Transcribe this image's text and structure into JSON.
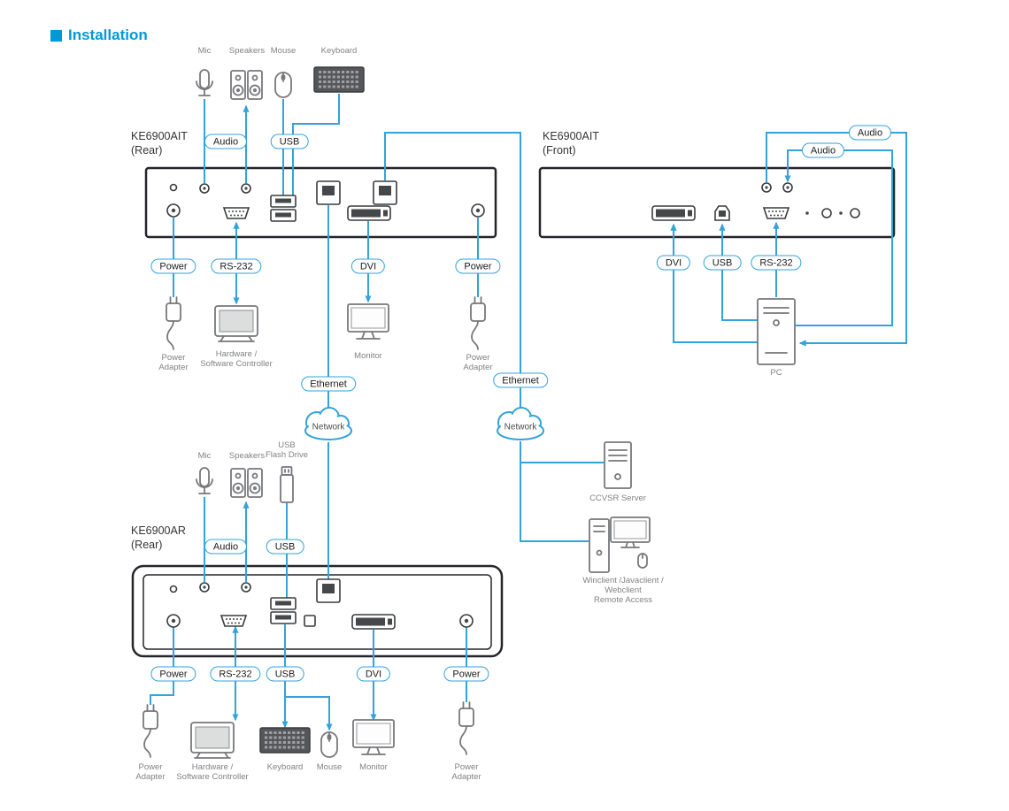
{
  "title": "Installation",
  "colors": {
    "accent": "#0099d8",
    "line": "#33a3d9",
    "device_outline": "#26262a",
    "icon_gray": "#77787b"
  },
  "devices": {
    "tx_rear": {
      "name": "KE6900AIT",
      "variant": "(Rear)"
    },
    "tx_front": {
      "name": "KE6900AIT",
      "variant": "(Front)"
    },
    "rx_rear": {
      "name": "KE6900AR",
      "variant": "(Rear)"
    }
  },
  "peripherals": {
    "top": {
      "mic": "Mic",
      "speakers": "Speakers",
      "mouse": "Mouse",
      "keyboard": "Keyboard"
    },
    "bottom": {
      "mic": "Mic",
      "speakers": "Speakers",
      "usb_flash": [
        "USB",
        "Flash Drive"
      ]
    }
  },
  "pills": {
    "audio_top": "Audio",
    "usb_top": "USB",
    "power_tx_left": "Power",
    "rs232_tx": "RS-232",
    "dvi_tx": "DVI",
    "power_tx_right": "Power",
    "ethernet_left": "Ethernet",
    "ethernet_right": "Ethernet",
    "audio_front_outer": "Audio",
    "audio_front_inner": "Audio",
    "dvi_front": "DVI",
    "usb_front": "USB",
    "rs232_front": "RS-232",
    "audio_rx": "Audio",
    "usb_rx": "USB",
    "power_rx_left": "Power",
    "rs232_rx": "RS-232",
    "usb_rx_bottom": "USB",
    "dvi_rx": "DVI",
    "power_rx_right": "Power"
  },
  "network": {
    "left": "Network",
    "right": "Network"
  },
  "captions": {
    "power_adapter_1": [
      "Power",
      "Adapter"
    ],
    "controller_1": [
      "Hardware /",
      "Software Controller"
    ],
    "monitor_1": "Monitor",
    "power_adapter_2": [
      "Power",
      "Adapter"
    ],
    "pc": "PC",
    "ccvsr_server": "CCVSR Server",
    "remote_access": [
      "Winclient /Javaclient /",
      "Webclient",
      "Remote Access"
    ],
    "power_adapter_3": [
      "Power",
      "Adapter"
    ],
    "controller_2": [
      "Hardware /",
      "Software Controller"
    ],
    "keyboard": "Keyboard",
    "mouse": "Mouse",
    "monitor_2": "Monitor",
    "power_adapter_4": [
      "Power",
      "Adapter"
    ]
  }
}
